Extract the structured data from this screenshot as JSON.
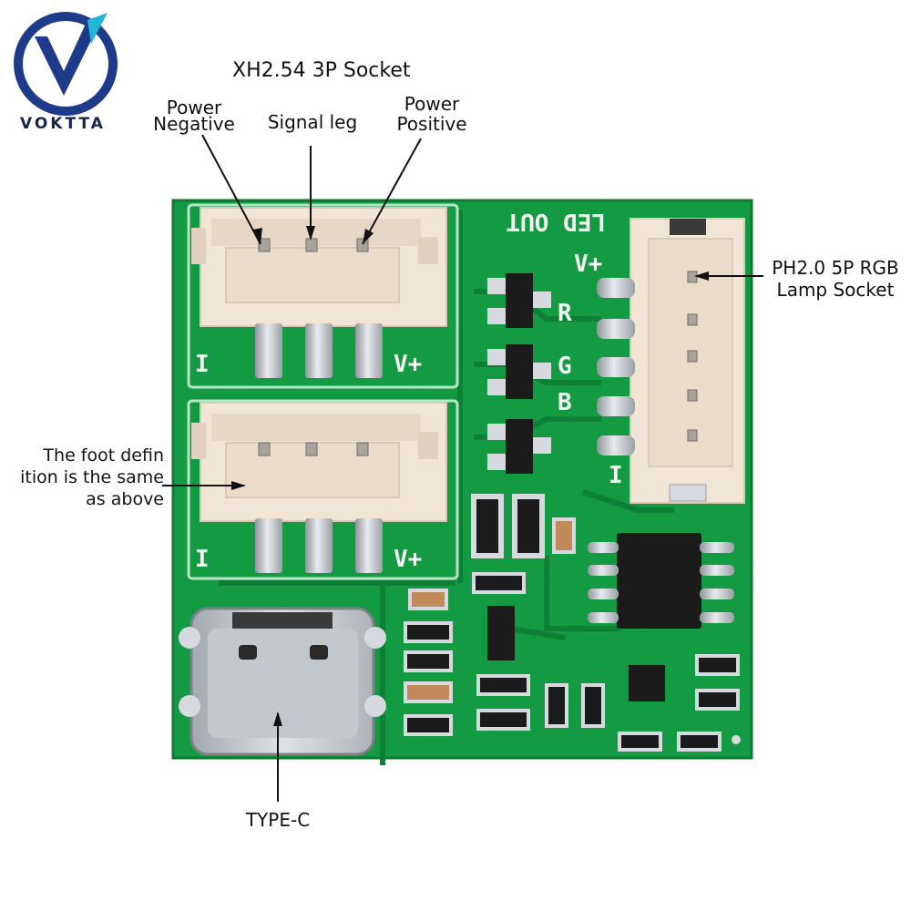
{
  "brand": {
    "name": "VOKTTA",
    "logo_icon": "v-swoosh-logo-icon",
    "colors": {
      "ring": "#1e3a8a",
      "accent": "#22b5d6"
    }
  },
  "labels": {
    "socket_title": "XH2.54 3P Socket",
    "power_negative_line1": "Power",
    "power_negative_line2": "Negative",
    "signal_leg": "Signal leg",
    "power_positive_line1": "Power",
    "power_positive_line2": "Positive",
    "rgb_socket_line1": "PH2.0 5P RGB",
    "rgb_socket_line2": "Lamp Socket",
    "foot_def_line1": "The foot defin",
    "foot_def_line2": "ition is the same",
    "foot_def_line3": "as above",
    "type_c": "TYPE-C"
  },
  "silkscreen": {
    "led_out": "LED OUT",
    "vplus_top": "V+",
    "vplus_left_1": "V+",
    "vplus_left_2": "V+",
    "i_1": "I",
    "i_2": "I",
    "r": "R",
    "g": "G",
    "b": "B",
    "i_rgb": "I"
  },
  "colors": {
    "pcb": "#139a43",
    "pcb_dark": "#0d7a33",
    "connector": "#f1e6d6",
    "connector_shade": "#d9c9b4",
    "metal": "#c9cdd2",
    "chip": "#1b1b1b"
  }
}
